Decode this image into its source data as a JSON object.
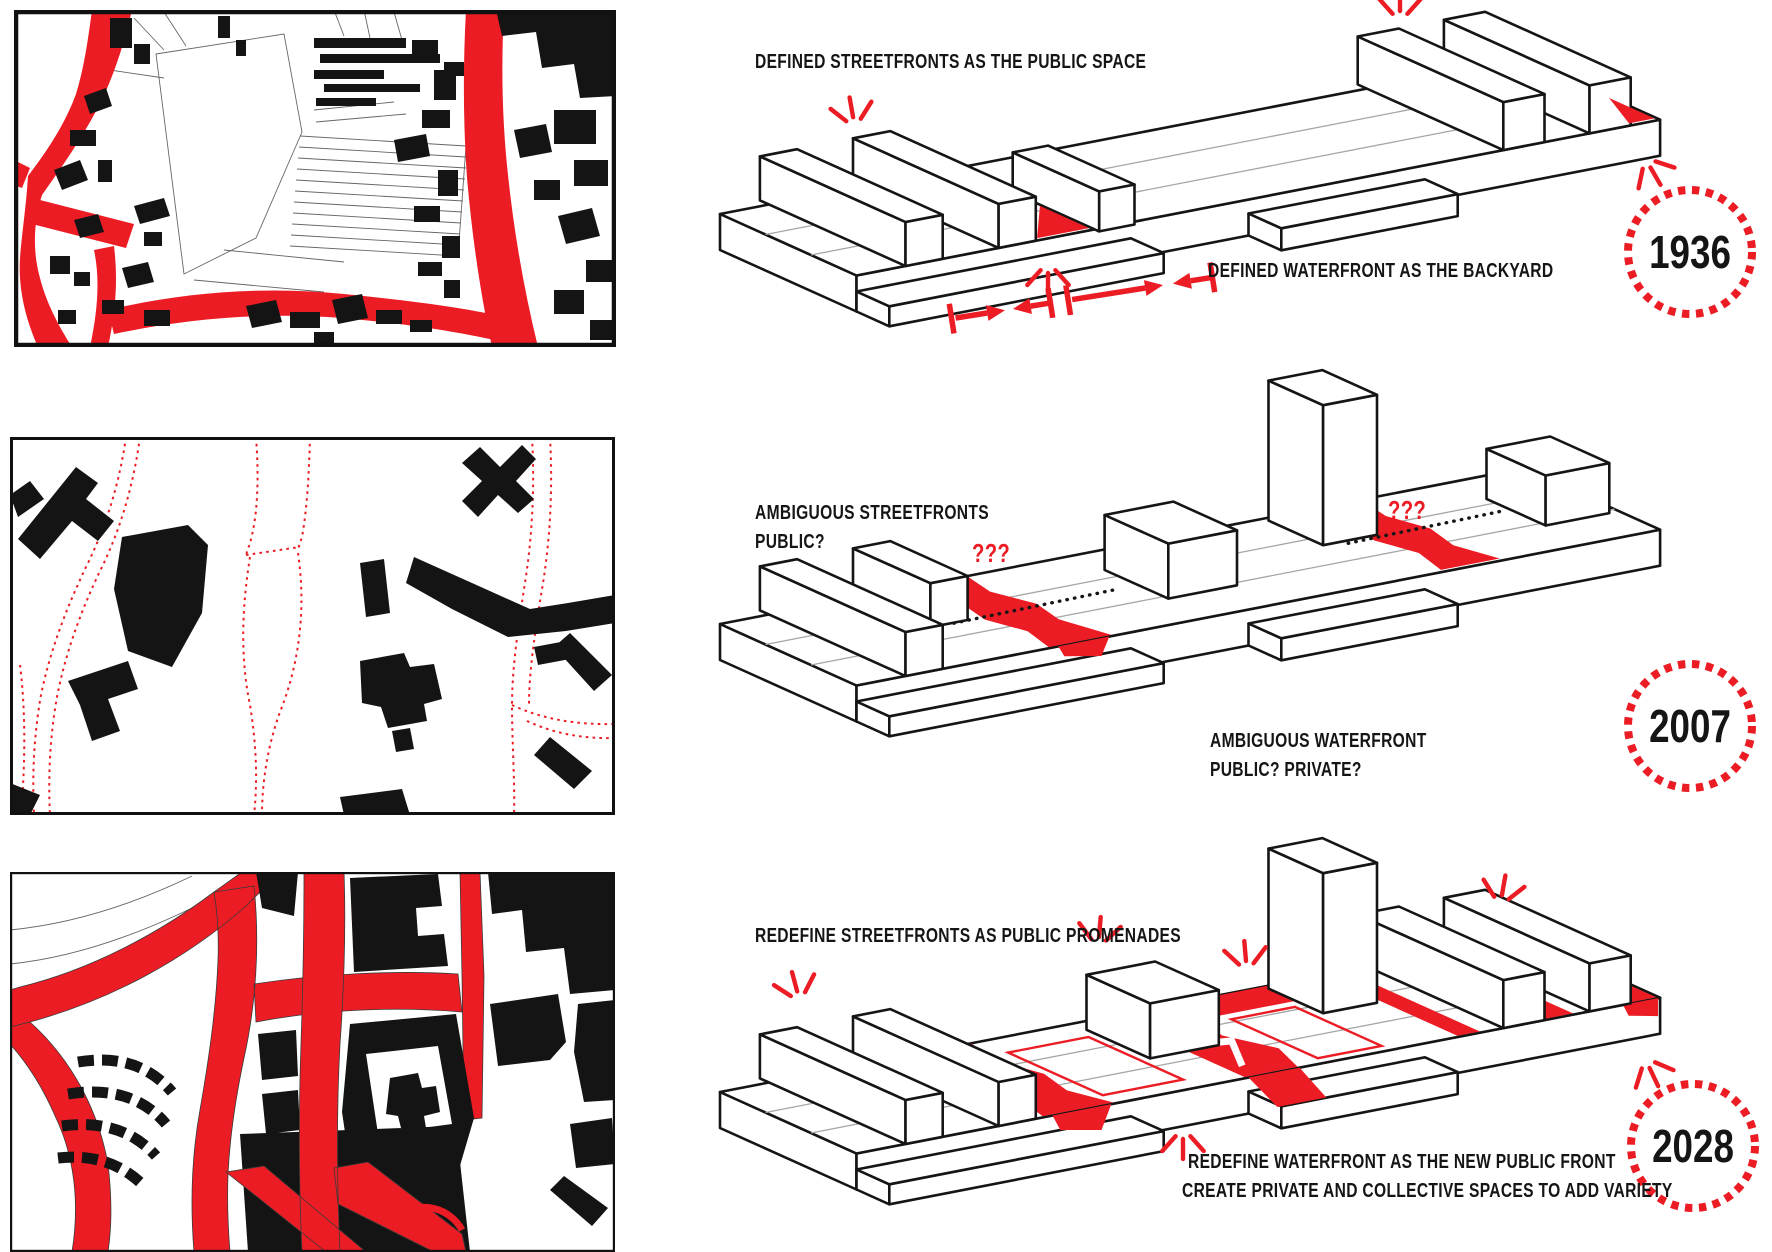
{
  "colors": {
    "red": "#ec1c24",
    "black": "#151515"
  },
  "panels": [
    {
      "year": "1936",
      "streetfront_label": "DEFINED STREETFRONTS AS THE PUBLIC SPACE",
      "waterfront_label": "DEFINED WATERFRONT AS THE BACKYARD"
    },
    {
      "year": "2007",
      "streetfront_label": "AMBIGUOUS STREETFRONTS",
      "streetfront_label2": "PUBLIC?",
      "question_marks": "???",
      "waterfront_label": "AMBIGUOUS WATERFRONT",
      "waterfront_label2": "PUBLIC? PRIVATE?"
    },
    {
      "year": "2028",
      "streetfront_label": "REDEFINE STREETFRONTS AS PUBLIC PROMENADES",
      "waterfront_label": "REDEFINE WATERFRONT AS THE NEW PUBLIC FRONT",
      "waterfront_label2": "CREATE PRIVATE AND COLLECTIVE SPACES TO ADD VARIETY"
    }
  ]
}
